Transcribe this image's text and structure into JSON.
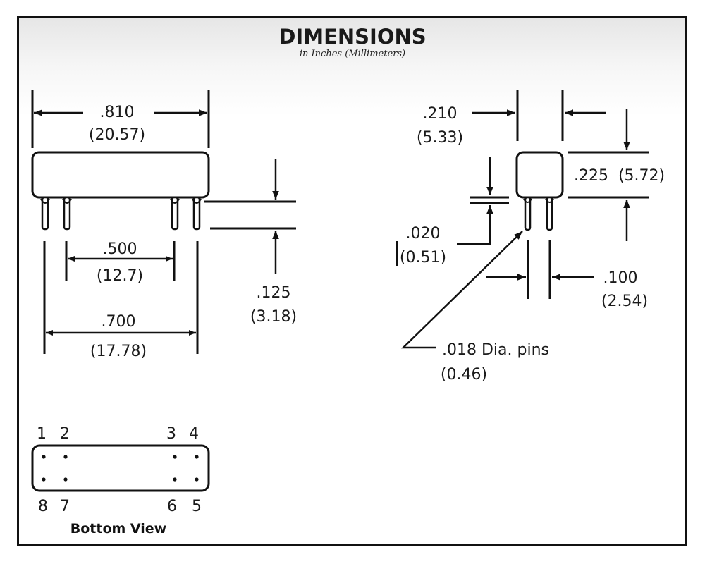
{
  "title": "DIMENSIONS",
  "subtitle": "in Inches (Millimeters)",
  "front_view": {
    "overall_width": {
      "in": ".810",
      "mm": "(20.57)"
    },
    "inner_pin_spacing": {
      "in": ".500",
      "mm": "(12.7)"
    },
    "outer_pin_spacing": {
      "in": ".700",
      "mm": "(17.78)"
    },
    "pin_length": {
      "in": ".125",
      "mm": "(3.18)"
    }
  },
  "side_view": {
    "body_width": {
      "in": ".210",
      "mm": "(5.33)"
    },
    "body_height": {
      "text": ".225  (5.72)"
    },
    "standoff": {
      "in": ".020",
      "mm": "(0.51)"
    },
    "row_spacing": {
      "in": ".100",
      "mm": "(2.54)"
    },
    "pin_diameter": {
      "in": ".018 Dia. pins",
      "mm": "(0.46)"
    }
  },
  "bottom_view": {
    "label": "Bottom View",
    "pins_top": [
      "1",
      "2",
      "3",
      "4"
    ],
    "pins_bottom": [
      "8",
      "7",
      "6",
      "5"
    ]
  }
}
